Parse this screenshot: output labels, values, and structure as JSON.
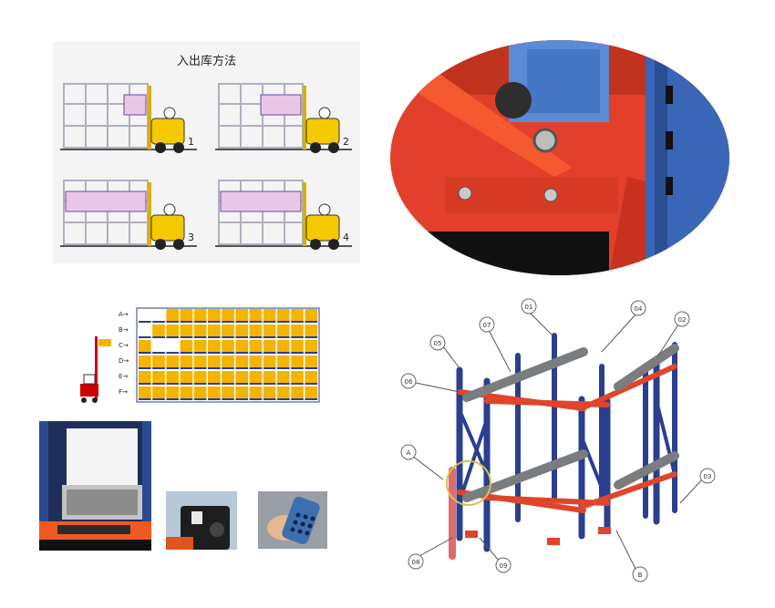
{
  "top_left": {
    "title": "入出库方法",
    "step_labels": [
      "1",
      "2",
      "3",
      "4"
    ]
  },
  "grid_diagram": {
    "row_labels": [
      "A→",
      "B→",
      "C→",
      "D→",
      "E→",
      "F→"
    ]
  },
  "exploded_view": {
    "callouts": [
      "01",
      "02",
      "03",
      "04",
      "05",
      "06",
      "07",
      "08",
      "09",
      "A",
      "B"
    ]
  },
  "colors": {
    "rack_blue": "#2a3f8f",
    "rack_red": "#e0452a",
    "pallet_yellow": "#f5b400",
    "rail_grey": "#7a7d80",
    "pallet_pink": "#e8c6e6"
  }
}
